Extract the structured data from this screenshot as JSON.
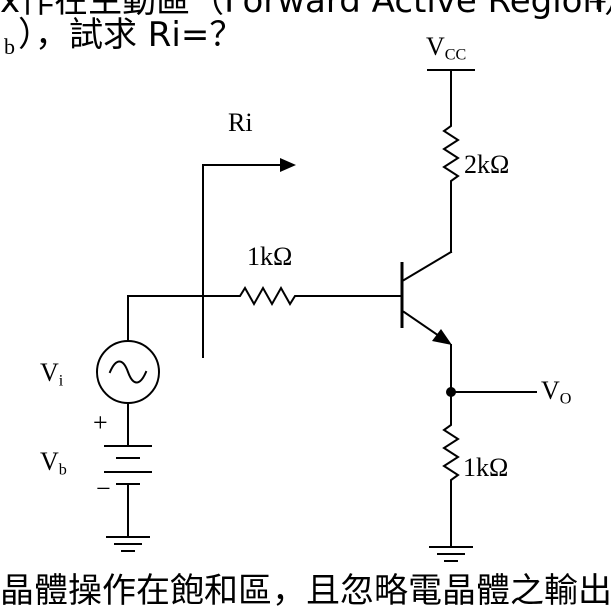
{
  "question": {
    "line1_cut": "x作在主動區（Forward Active Region）",
    "line1_edge": "+",
    "line2_cut": "b",
    "line2_text": "），試求 Ri=？"
  },
  "footer_cut": "晶體操作在飽和區，且忽略電晶體之輸出",
  "labels": {
    "vcc_main": "V",
    "vcc_sub": "CC",
    "ri": "Ri",
    "r_collector": "2kΩ",
    "r_base": "1kΩ",
    "r_emitter": "1kΩ",
    "vi_main": "V",
    "vi_sub": "i",
    "vb_main": "V",
    "vb_sub": "b",
    "vo_main": "V",
    "vo_sub": "O",
    "vb_plus": "+",
    "vb_minus": "−"
  },
  "colors": {
    "ink": "#000000",
    "background": "#ffffff"
  },
  "icons": {
    "ac_source": "ac-voltage-source-icon",
    "dc_battery": "battery-icon",
    "transistor": "npn-transistor-icon",
    "ground": "ground-icon",
    "resistor": "resistor-icon",
    "arrow": "arrow-right-icon"
  }
}
